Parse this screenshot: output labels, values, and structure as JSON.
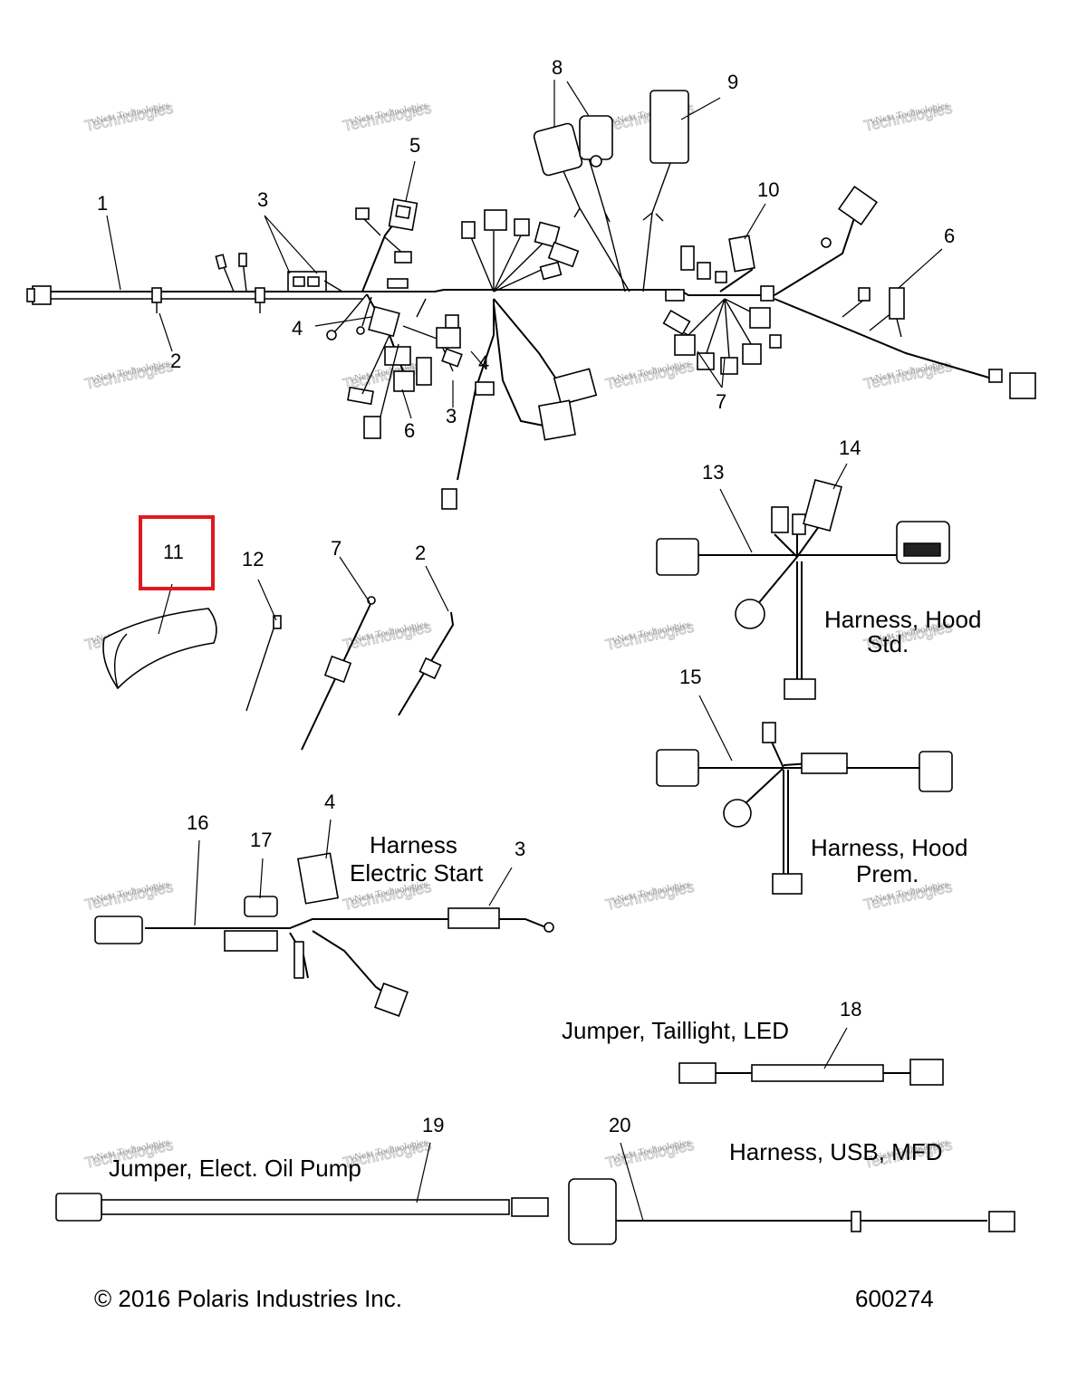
{
  "callouts": {
    "c1": "1",
    "c2a": "2",
    "c3a": "3",
    "c4a": "4",
    "c5": "5",
    "c6a": "6",
    "c6b": "6",
    "c3b": "3",
    "c4b": "4",
    "c7a": "7",
    "c8": "8",
    "c9": "9",
    "c10": "10",
    "c11": "11",
    "c12": "12",
    "c7b": "7",
    "c2b": "2",
    "c13": "13",
    "c14": "14",
    "c15": "15",
    "c16": "16",
    "c17": "17",
    "c4c": "4",
    "c3c": "3",
    "c18": "18",
    "c19": "19",
    "c20": "20"
  },
  "captions": {
    "hood_std_1": "Harness, Hood",
    "hood_std_2": "Std.",
    "hood_prem_1": "Harness, Hood",
    "hood_prem_2": "Prem.",
    "estart_1": "Harness",
    "estart_2": "Electric Start",
    "taillight": "Jumper, Taillight, LED",
    "oil_pump": "Jumper, Elect. Oil Pump",
    "usb": "Harness, USB, MFD"
  },
  "footer": {
    "copyright": "© 2016 Polaris Industries Inc.",
    "figure_number": "600274"
  },
  "watermark": {
    "line1": "vNext Technologies",
    "line2": "Technologies",
    "line3": "vNext"
  },
  "highlight_color": "#e0191f"
}
